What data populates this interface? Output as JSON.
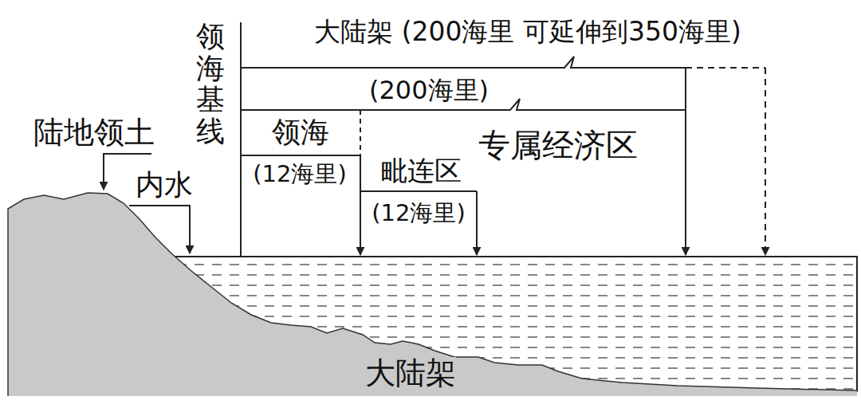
{
  "diagram": {
    "labels": [
      "陆地领土",
      "内水",
      "领海基线",
      "大陆架 (200海里 可延伸到350海里)",
      "(200海里)",
      "领海",
      "(12海里)",
      "毗连区",
      "(12海里)",
      "专属经济区",
      "大陆架"
    ]
  }
}
